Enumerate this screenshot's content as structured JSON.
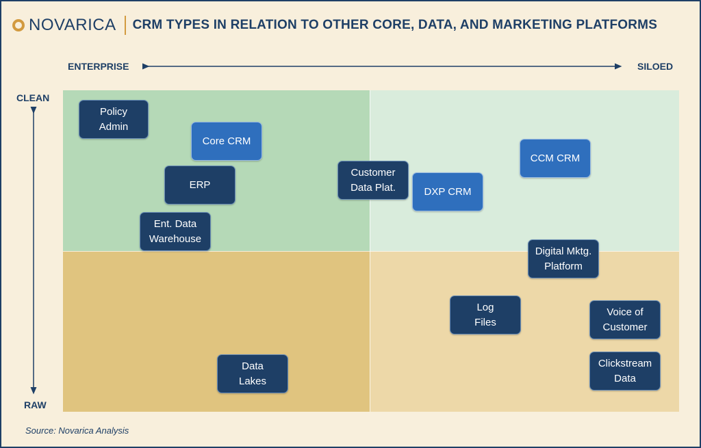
{
  "header": {
    "logo_text": "NOVARICA",
    "title": "CRM TYPES IN RELATION TO OTHER CORE, DATA, AND MARKETING PLATFORMS"
  },
  "axes": {
    "left": "ENTERPRISE",
    "right": "SILOED",
    "top": "CLEAN",
    "bottom": "RAW"
  },
  "nodes": {
    "policy_admin": "Policy\nAdmin",
    "core_crm": "Core CRM",
    "erp": "ERP",
    "ent_data_warehouse": "Ent. Data\nWarehouse",
    "customer_data_plat": "Customer\nData Plat.",
    "dxp_crm": "DXP CRM",
    "ccm_crm": "CCM CRM",
    "digital_mktg_platform": "Digital Mktg.\nPlatform",
    "log_files": "Log\nFiles",
    "voice_of_customer": "Voice of\nCustomer",
    "clickstream_data": "Clickstream\nData",
    "data_lakes": "Data\nLakes"
  },
  "colors": {
    "navy": "#1e3f66",
    "bright_blue": "#2f6fbd",
    "gold": "#d29a3f",
    "quad_top_left": "#b5d9b7",
    "quad_top_right": "#d9ecdc",
    "quad_bottom_left": "#e0c47f",
    "quad_bottom_right": "#edd8a8"
  },
  "source": "Source: Novarica Analysis"
}
